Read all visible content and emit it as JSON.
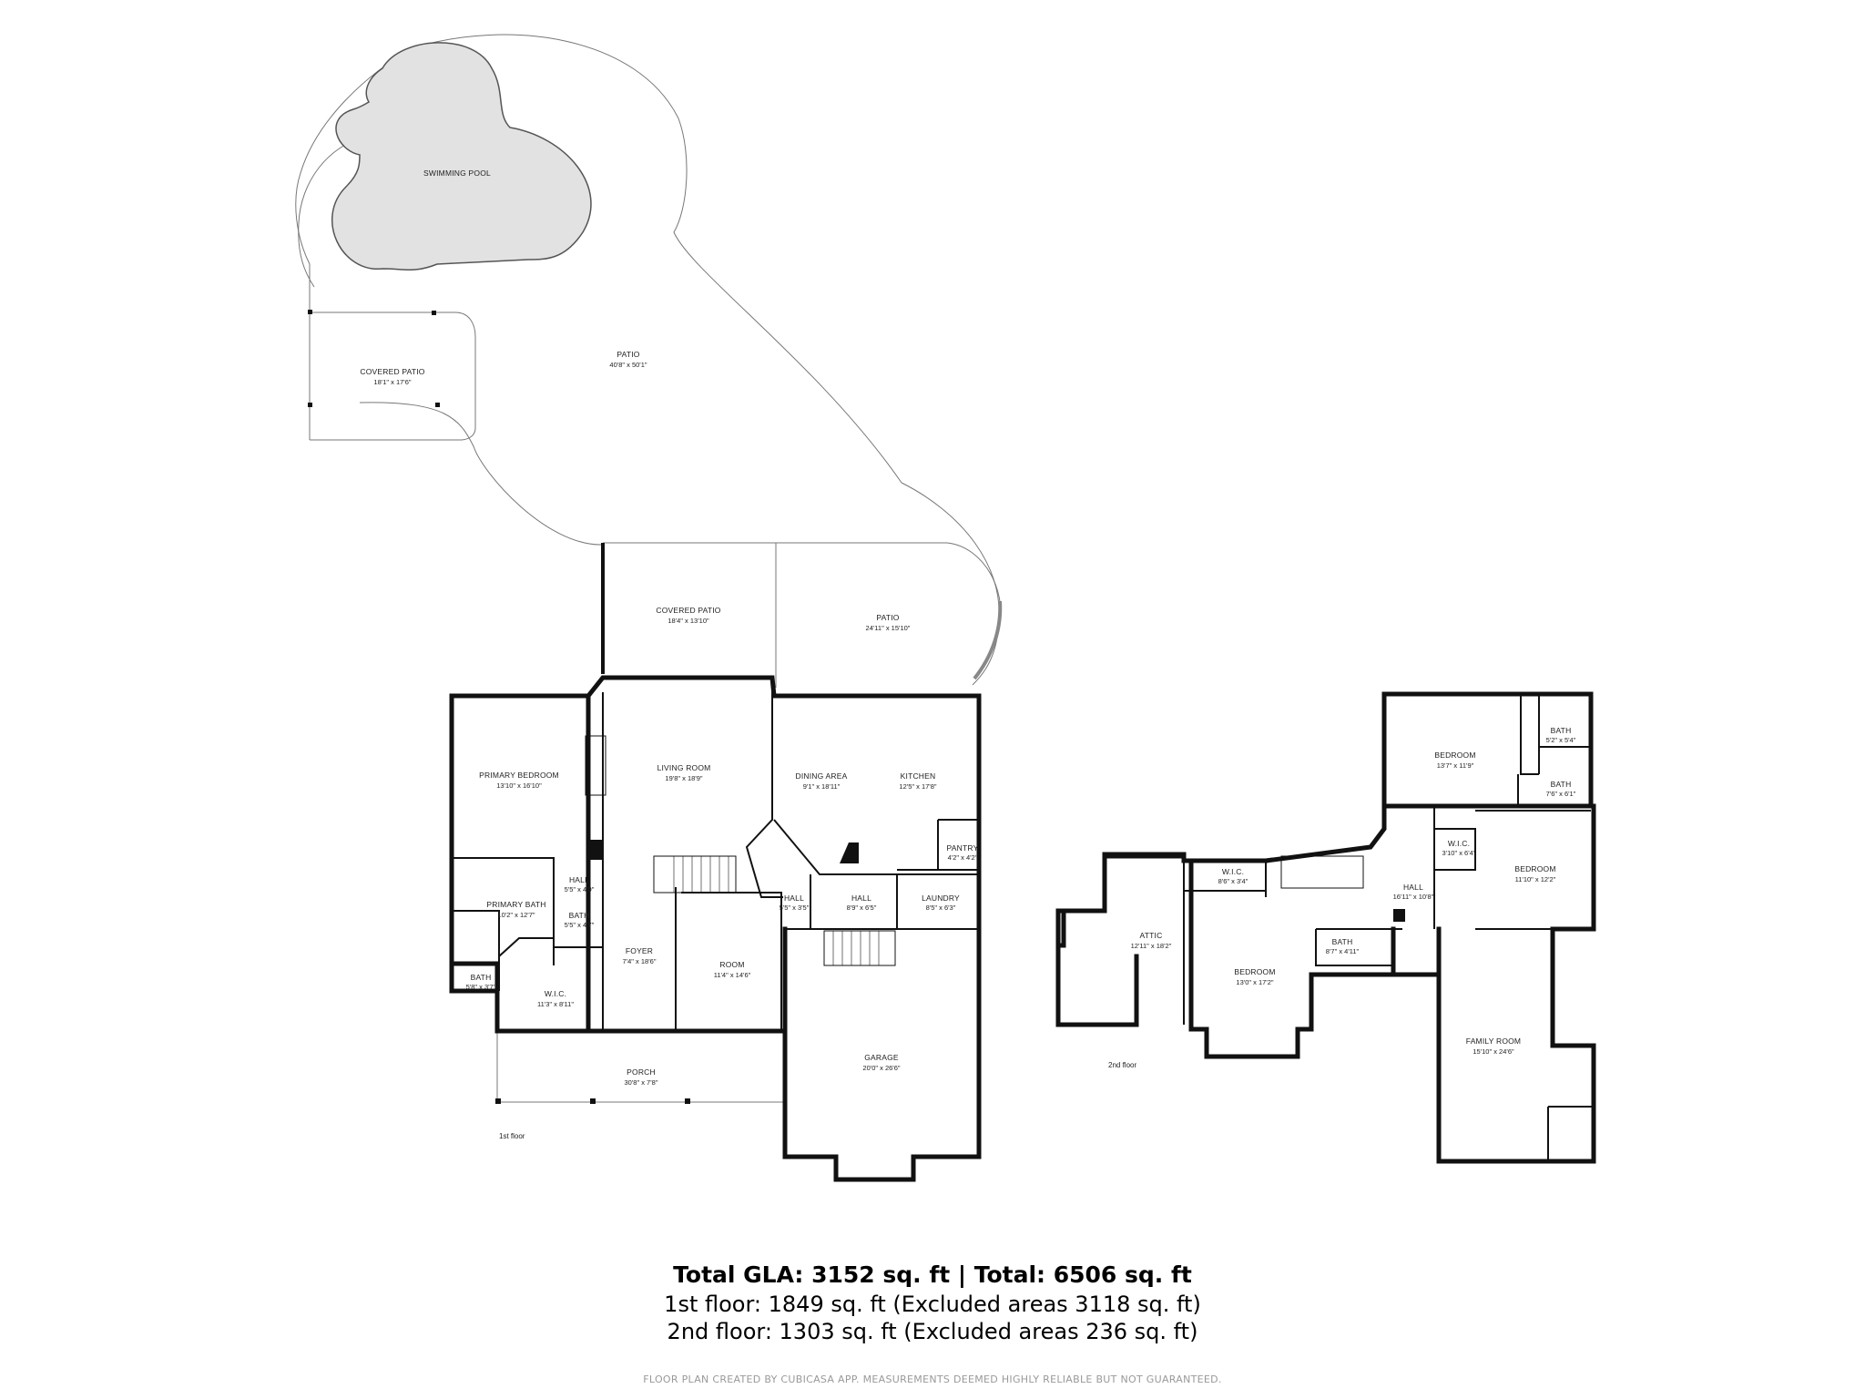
{
  "first_floor": {
    "label": "1st floor",
    "rooms": {
      "swimming_pool": {
        "name": "SWIMMING POOL",
        "dims": ""
      },
      "covered_patio_upper": {
        "name": "COVERED PATIO",
        "dims": "18'1\" x 17'6\""
      },
      "patio_upper": {
        "name": "PATIO",
        "dims": "40'8\" x 50'1\""
      },
      "covered_patio_lower": {
        "name": "COVERED PATIO",
        "dims": "18'4\" x 13'10\""
      },
      "patio_lower": {
        "name": "PATIO",
        "dims": "24'11\" x 15'10\""
      },
      "primary_bedroom": {
        "name": "PRIMARY BEDROOM",
        "dims": "13'10\" x 16'10\""
      },
      "living_room": {
        "name": "LIVING ROOM",
        "dims": "19'8\" x 18'9\""
      },
      "dining_area": {
        "name": "DINING AREA",
        "dims": "9'1\" x 18'11\""
      },
      "kitchen": {
        "name": "KITCHEN",
        "dims": "12'5\" x 17'8\""
      },
      "pantry": {
        "name": "PANTRY",
        "dims": "4'2\" x 4'2\""
      },
      "hall_a": {
        "name": "HALL",
        "dims": "5'5\" x 4'0\""
      },
      "primary_bath": {
        "name": "PRIMARY BATH",
        "dims": "10'2\" x 12'7\""
      },
      "bath_a": {
        "name": "BATH",
        "dims": "5'5\" x 4'7\""
      },
      "hall_b": {
        "name": "HALL",
        "dims": "5'5\" x 3'5\""
      },
      "hall_c": {
        "name": "HALL",
        "dims": "8'9\" x 6'5\""
      },
      "laundry": {
        "name": "LAUNDRY",
        "dims": "8'5\" x 6'3\""
      },
      "bath_b": {
        "name": "BATH",
        "dims": "5'8\" x 3'7\""
      },
      "wic": {
        "name": "W.I.C.",
        "dims": "11'3\" x 8'11\""
      },
      "foyer": {
        "name": "FOYER",
        "dims": "7'4\" x 18'6\""
      },
      "room": {
        "name": "ROOM",
        "dims": "11'4\" x 14'6\""
      },
      "garage": {
        "name": "GARAGE",
        "dims": "20'0\" x 26'6\""
      },
      "porch": {
        "name": "PORCH",
        "dims": "30'8\" x 7'8\""
      }
    }
  },
  "second_floor": {
    "label": "2nd floor",
    "rooms": {
      "bedroom_a": {
        "name": "BEDROOM",
        "dims": "13'7\" x 11'9\""
      },
      "bath_a": {
        "name": "BATH",
        "dims": "5'2\" x 5'4\""
      },
      "bath_b": {
        "name": "BATH",
        "dims": "7'6\" x 6'1\""
      },
      "wic_a": {
        "name": "W.I.C.",
        "dims": "3'10\" x 6'4\""
      },
      "bedroom_b": {
        "name": "BEDROOM",
        "dims": "11'10\" x 12'2\""
      },
      "attic": {
        "name": "ATTIC",
        "dims": "12'11\" x 18'2\""
      },
      "wic_b": {
        "name": "W.I.C.",
        "dims": "8'6\" x 3'4\""
      },
      "hall": {
        "name": "HALL",
        "dims": "16'11\" x 10'8\""
      },
      "bath_c": {
        "name": "BATH",
        "dims": "8'7\" x 4'11\""
      },
      "bedroom_c": {
        "name": "BEDROOM",
        "dims": "13'0\" x 17'2\""
      },
      "family_room": {
        "name": "FAMILY ROOM",
        "dims": "15'10\" x 24'6\""
      }
    }
  },
  "summary": {
    "total": "Total GLA: 3152 sq. ft | Total: 6506 sq. ft",
    "first": "1st floor: 1849 sq. ft (Excluded areas 3118 sq. ft)",
    "second": "2nd floor: 1303 sq. ft (Excluded areas 236 sq. ft)",
    "footer": "FLOOR PLAN CREATED BY CUBICASA APP. MEASUREMENTS DEEMED HIGHLY RELIABLE BUT NOT GUARANTEED."
  },
  "colors": {
    "wall": "#111111",
    "pool_fill": "#e2e2e2",
    "outline": "#777777"
  }
}
